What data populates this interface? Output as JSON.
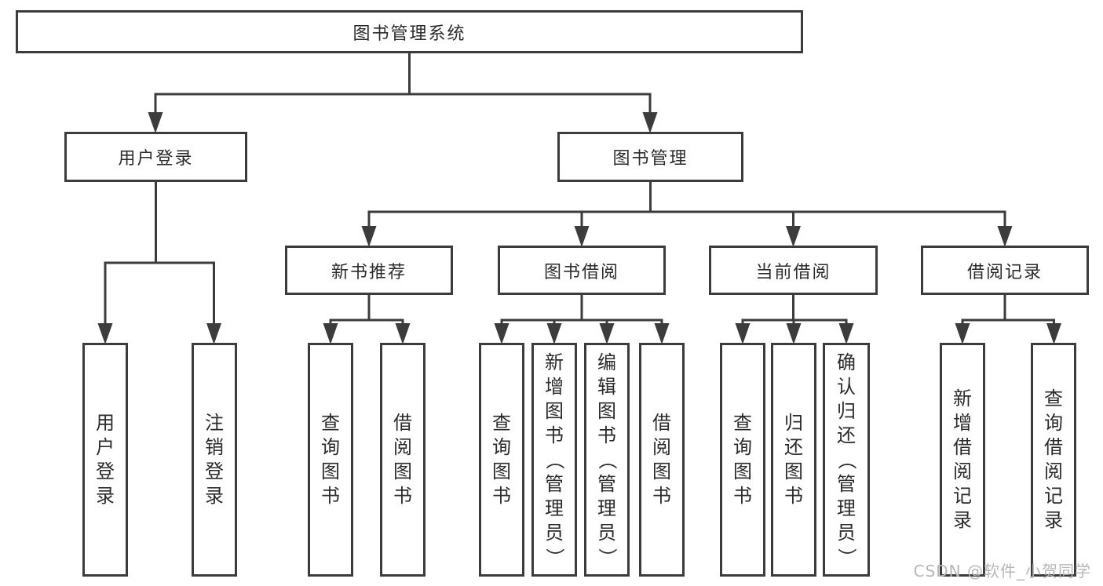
{
  "diagram": {
    "root": "图书管理系统",
    "level2": {
      "user_login": "用户登录",
      "book_mgmt": "图书管理"
    },
    "level3": {
      "new_books": "新书推荐",
      "book_borrow": "图书借阅",
      "current_borrow": "当前借阅",
      "borrow_records": "借阅记录"
    },
    "leaves": {
      "user_login": [
        "用户登录",
        "注销登录"
      ],
      "new_books": [
        "查询图书",
        "借阅图书"
      ],
      "book_borrow": [
        "查询图书",
        "新增图书（管理员）",
        "编辑图书（管理员）",
        "借阅图书"
      ],
      "current_borrow": [
        "查询图书",
        "归还图书",
        "确认归还（管理员）"
      ],
      "borrow_records": [
        "新增借阅记录",
        "查询借阅记录"
      ]
    },
    "watermark": "CSDN @软件_小贺同学",
    "colors": {
      "line": "#3c3c3c",
      "text": "#2b2b2b",
      "watermark": "#b7b7b7",
      "background": "#ffffff"
    }
  }
}
